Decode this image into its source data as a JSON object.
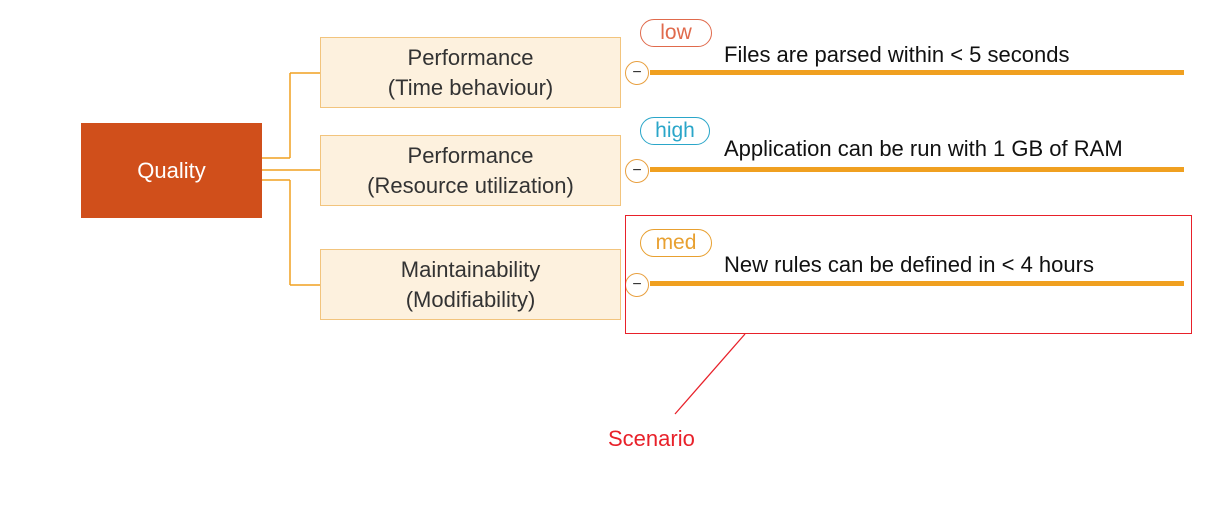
{
  "root": {
    "label": "Quality"
  },
  "branches": [
    {
      "category_line1": "Performance",
      "category_line2": "(Time behaviour)",
      "priority": "low",
      "priority_color": "#e06a4c",
      "scenario": "Files are parsed within < 5 seconds"
    },
    {
      "category_line1": "Performance",
      "category_line2": "(Resource utilization)",
      "priority": "high",
      "priority_color": "#2aa6c9",
      "scenario": "Application can be run with 1 GB of RAM"
    },
    {
      "category_line1": "Maintainability",
      "category_line2": "(Modifiability)",
      "priority": "med",
      "priority_color": "#e8a030",
      "scenario": "New rules can be defined in < 4 hours"
    }
  ],
  "collapse_symbol": "−",
  "callout": {
    "label": "Scenario"
  },
  "colors": {
    "connector": "#f0a020",
    "highlight": "#e8212a",
    "root": "#d04f1b"
  }
}
